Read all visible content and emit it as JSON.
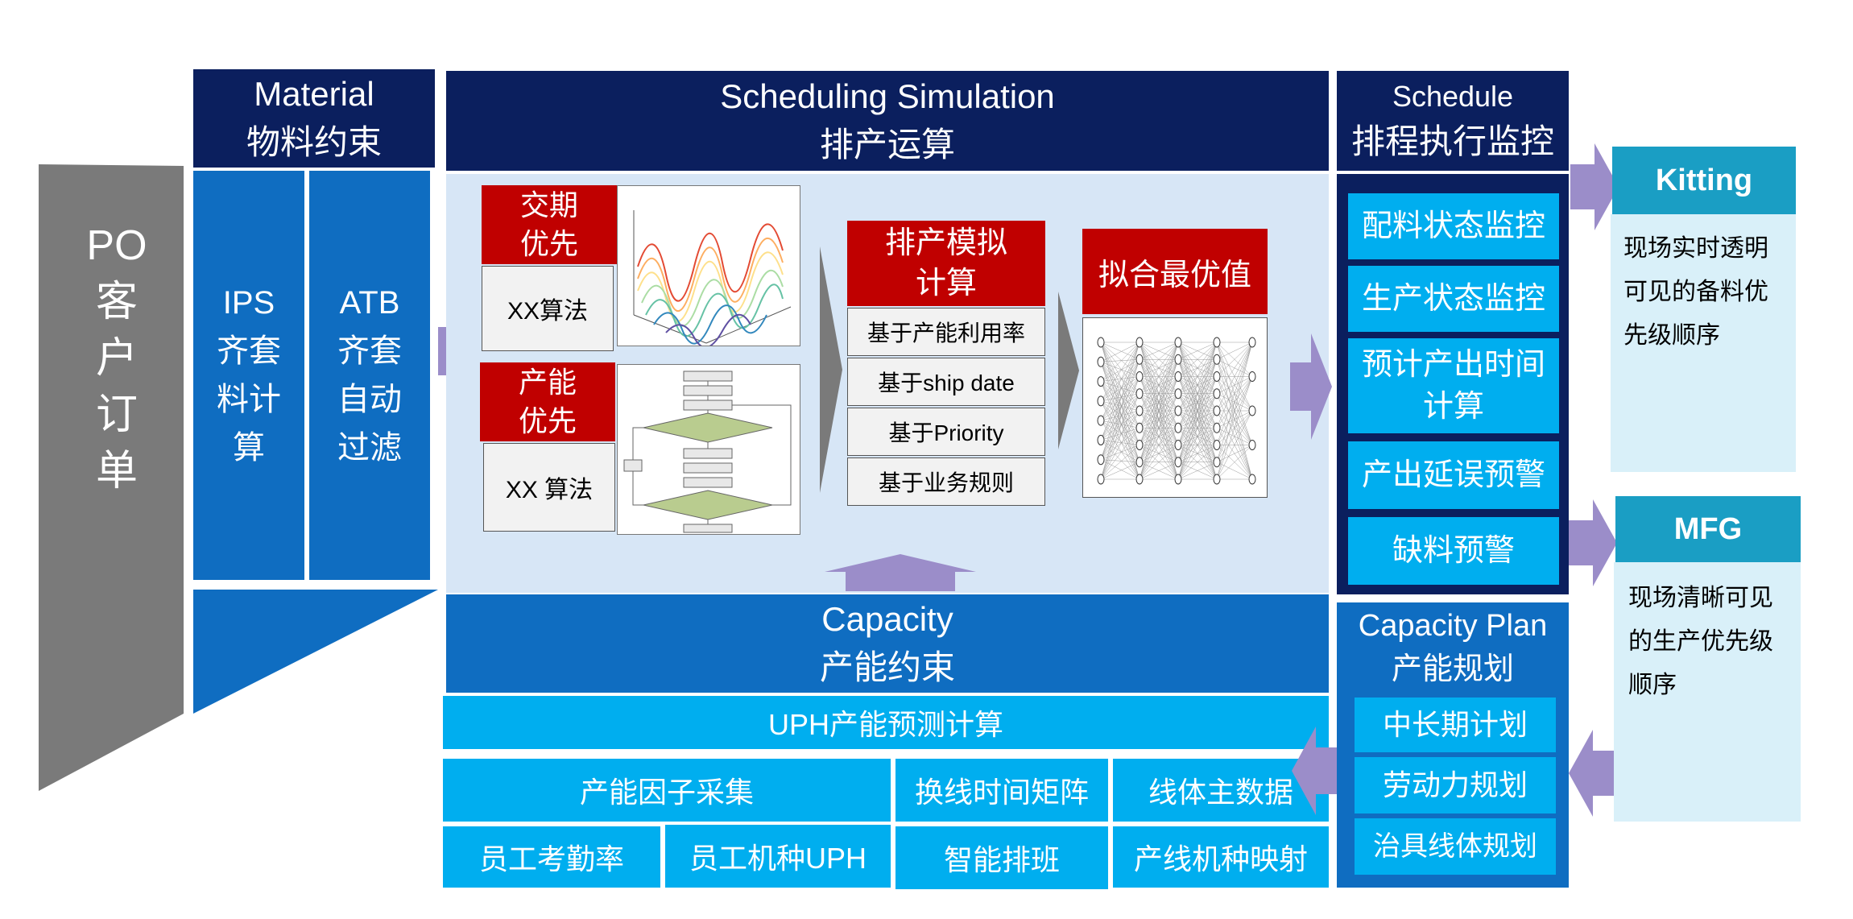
{
  "po_order": {
    "line1": "PO",
    "line2": "客",
    "line3": "户",
    "line4": "订",
    "line5": "单"
  },
  "material": {
    "header_en": "Material",
    "header_cn": "物料约束",
    "ips": [
      "IPS",
      "齐套",
      "料计",
      "算"
    ],
    "atb": [
      "ATB",
      "齐套",
      "自动",
      "过滤"
    ]
  },
  "scheduling": {
    "header_en": "Scheduling Simulation",
    "header_cn": "排产运算",
    "delivery_priority": [
      "交期",
      "优先"
    ],
    "delivery_algo": "XX算法",
    "capacity_priority": [
      "产能",
      "优先"
    ],
    "capacity_algo": "XX 算法",
    "simulation_title": [
      "排产模拟",
      "计算"
    ],
    "simulation_items": [
      "基于产能利用率",
      "基于ship date",
      "基于Priority",
      "基于业务规则"
    ],
    "optimal_title": "拟合最优值"
  },
  "capacity": {
    "header_en": "Capacity",
    "header_cn": "产能约束",
    "uph": "UPH产能预测计算",
    "factor_collect": "产能因子采集",
    "changeover": "换线时间矩阵",
    "line_master": "线体主数据",
    "attendance": "员工考勤率",
    "staff_uph": "员工机种UPH",
    "smart_shift": "智能排班",
    "line_mapping": "产线机种映射"
  },
  "schedule_monitor": {
    "header_en": "Schedule",
    "header_cn": "排程执行监控",
    "items": [
      "配料状态监控",
      "生产状态监控",
      "预计产出时间|计算",
      "产出延误预警",
      "缺料预警"
    ]
  },
  "capacity_plan": {
    "header_en": "Capacity Plan",
    "header_cn": "产能规划",
    "items": [
      "中长期计划",
      "劳动力规划",
      "治具线体规划"
    ]
  },
  "kitting": {
    "title": "Kitting",
    "desc": [
      "现场实时透明",
      "可见的备料优",
      "先级顺序"
    ]
  },
  "mfg": {
    "title": "MFG",
    "desc": [
      "现场清晰可见",
      "的生产优先级",
      "顺序"
    ]
  },
  "colors": {
    "navy": "#0b1f5e",
    "blue": "#0f6dc1",
    "cyan": "#00aeef",
    "red": "#c00000",
    "light_bg": "#d7e6f6",
    "teal": "#1a9ec4",
    "pale": "#d9f0f9",
    "gray": "#7a7a7a",
    "purple_arrow": "#9b8dc9"
  }
}
